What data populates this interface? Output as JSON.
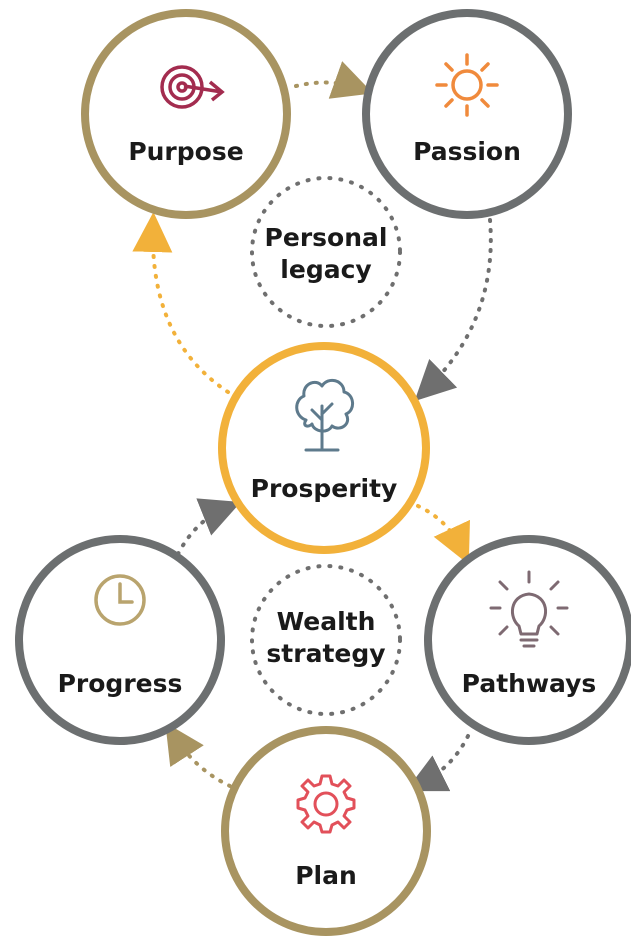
{
  "diagram": {
    "nodes": {
      "purpose": {
        "label": "Purpose",
        "icon": "target-icon"
      },
      "passion": {
        "label": "Passion",
        "icon": "sun-icon"
      },
      "legacy": {
        "line1": "Personal",
        "line2": "legacy"
      },
      "prosperity": {
        "label": "Prosperity",
        "icon": "tree-icon"
      },
      "pathways": {
        "label": "Pathways",
        "icon": "lightbulb-icon"
      },
      "plan": {
        "label": "Plan",
        "icon": "gear-icon"
      },
      "progress": {
        "label": "Progress",
        "icon": "clock-icon"
      },
      "wealth": {
        "line1": "Wealth",
        "line2": "strategy"
      }
    },
    "colors": {
      "gold": "#a89461",
      "gray": "#6c6f70",
      "orange": "#f2b13a",
      "dot_gray": "#6f6f6f",
      "sun": "#f08a3c",
      "target": "#a32c4f",
      "tree": "#5e7a8c",
      "bulb": "#7e6a72",
      "gear": "#e2505a",
      "clock": "#b9a46e"
    }
  }
}
